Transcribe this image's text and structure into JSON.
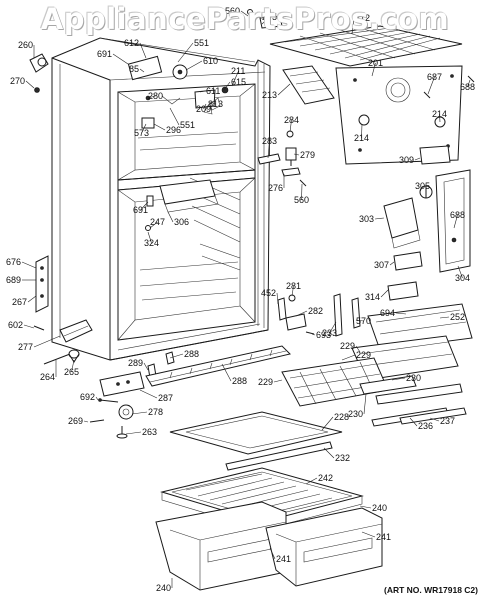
{
  "watermark": "AppliancePartsPros.com",
  "art_number": "(ART NO. WR17918 C2)",
  "parts": [
    "560",
    "275",
    "212",
    "260",
    "691",
    "612",
    "551",
    "201",
    "270",
    "610",
    "85",
    "211",
    "688",
    "687",
    "615",
    "280",
    "611",
    "209",
    "213",
    "813",
    "551",
    "296",
    "573",
    "284",
    "214",
    "214",
    "283",
    "279",
    "309",
    "276",
    "560",
    "691",
    "306",
    "305",
    "247",
    "324",
    "303",
    "688",
    "676",
    "689",
    "267",
    "307",
    "281",
    "452",
    "304",
    "233",
    "282",
    "314",
    "570",
    "694",
    "602",
    "693",
    "252",
    "288",
    "229",
    "289",
    "277",
    "229",
    "264",
    "265",
    "288",
    "229",
    "230",
    "692",
    "287",
    "278",
    "230",
    "269",
    "263",
    "236",
    "237",
    "228",
    "232",
    "242",
    "240",
    "241",
    "241",
    "240"
  ]
}
